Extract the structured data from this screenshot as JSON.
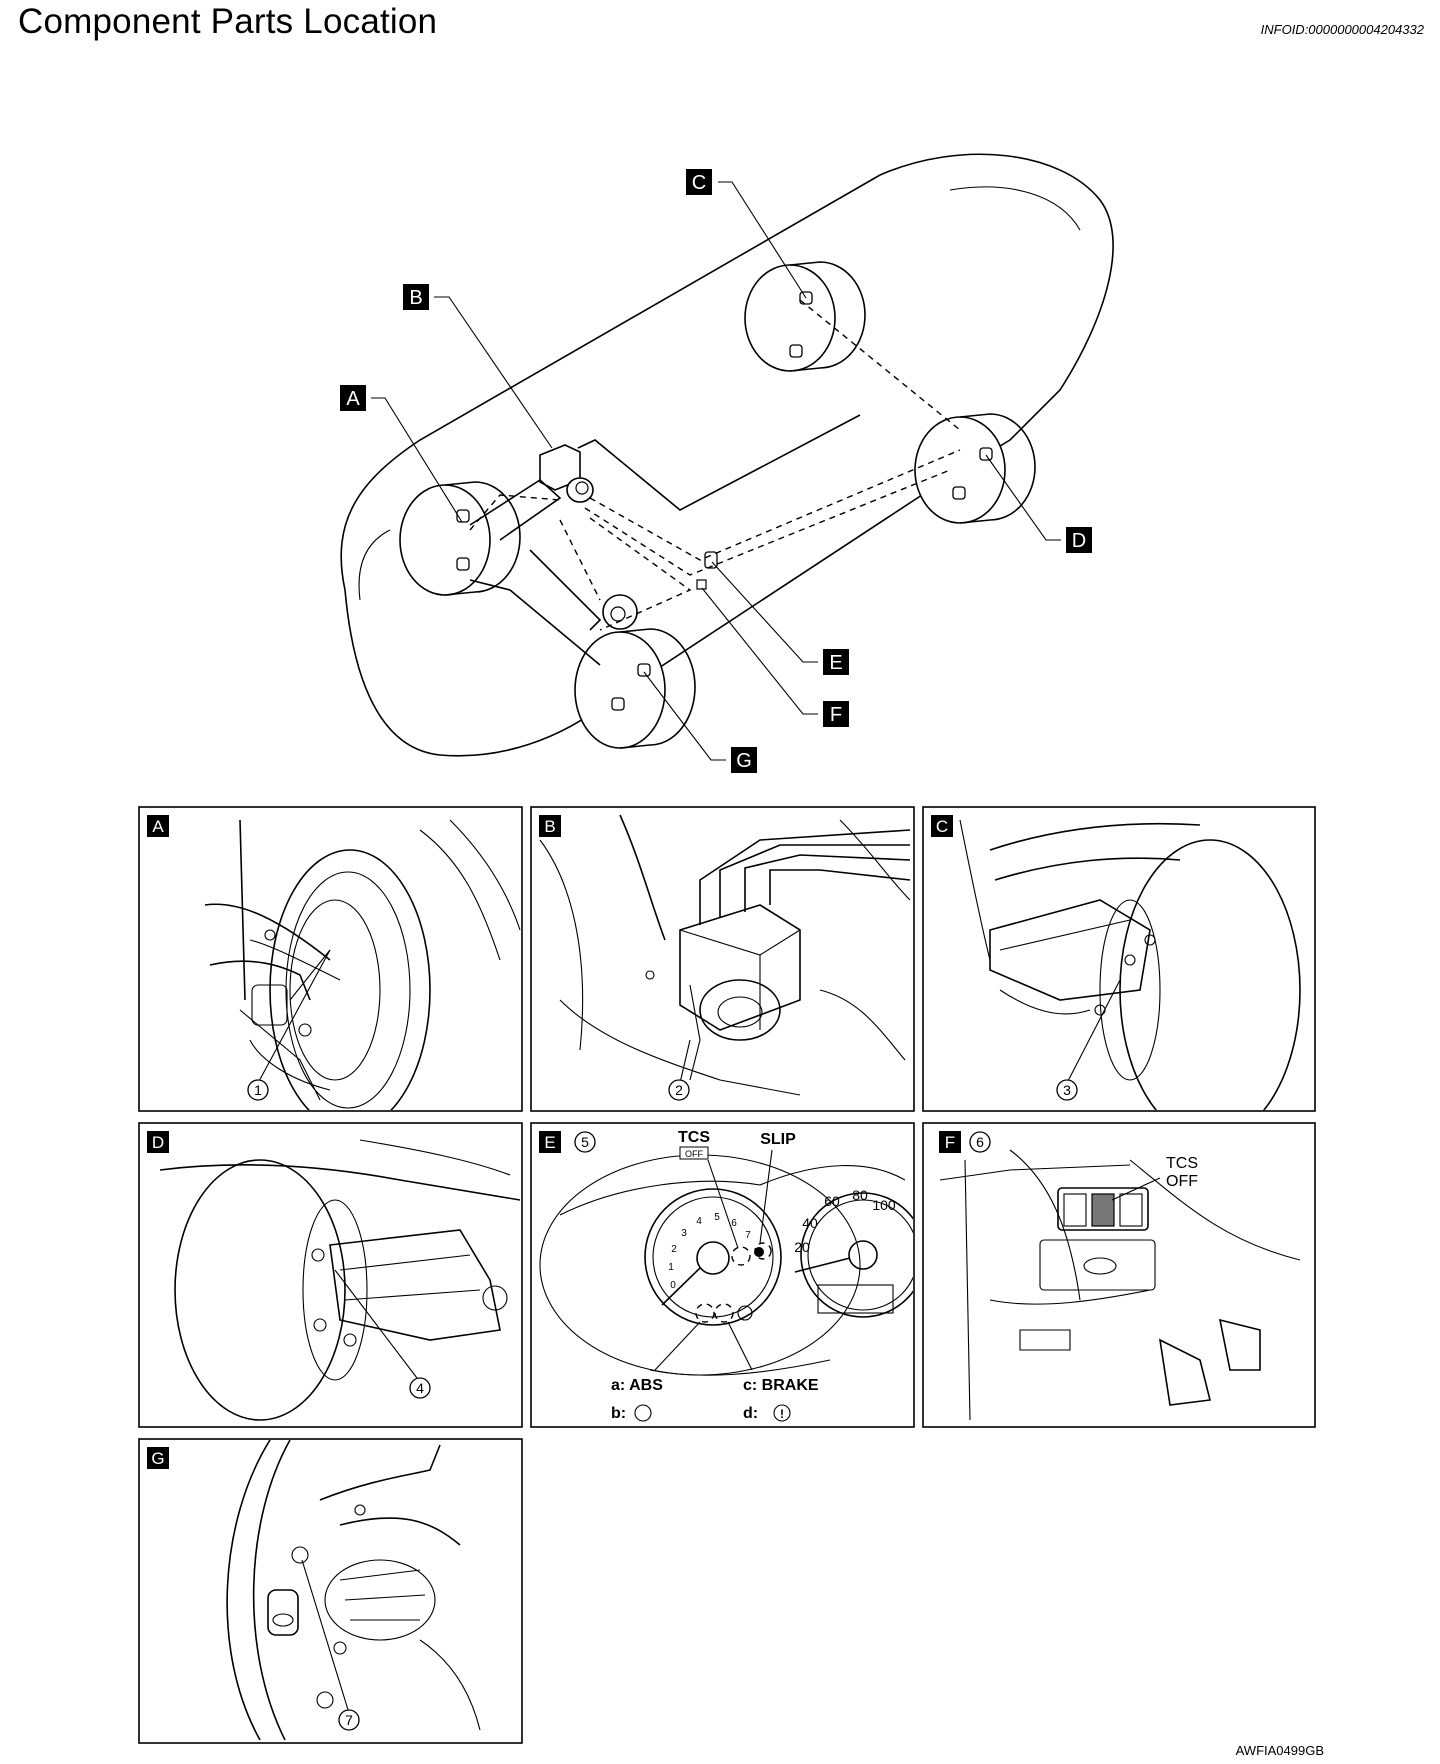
{
  "header": {
    "title": "Component Parts Location",
    "info_id": "INFOID:0000000004204332"
  },
  "overview": {
    "labels": {
      "a": "A",
      "b": "B",
      "c": "C",
      "d": "D",
      "e": "E",
      "f": "F",
      "g": "G"
    }
  },
  "panels": {
    "a": {
      "label": "A",
      "callout": "1"
    },
    "b": {
      "label": "B",
      "callout": "2"
    },
    "c": {
      "label": "C",
      "callout": "3"
    },
    "d": {
      "label": "D",
      "callout": "4"
    },
    "e": {
      "label": "E",
      "callout": "5",
      "tcs": "TCS",
      "off": "OFF",
      "slip": "SLIP",
      "tach_ticks": [
        "0",
        "1",
        "2",
        "3",
        "4",
        "5",
        "6",
        "7"
      ],
      "speed_ticks": [
        "20",
        "40",
        "60",
        "80",
        "100"
      ],
      "legend_a": "a: ABS",
      "legend_c": "c: BRAKE",
      "legend_b": "b:",
      "legend_d": "d:"
    },
    "f": {
      "label": "F",
      "callout": "6",
      "tcs": "TCS",
      "off": "OFF"
    },
    "g": {
      "label": "G",
      "callout": "7"
    }
  },
  "footer": {
    "figure_code": "AWFIA0499GB"
  }
}
